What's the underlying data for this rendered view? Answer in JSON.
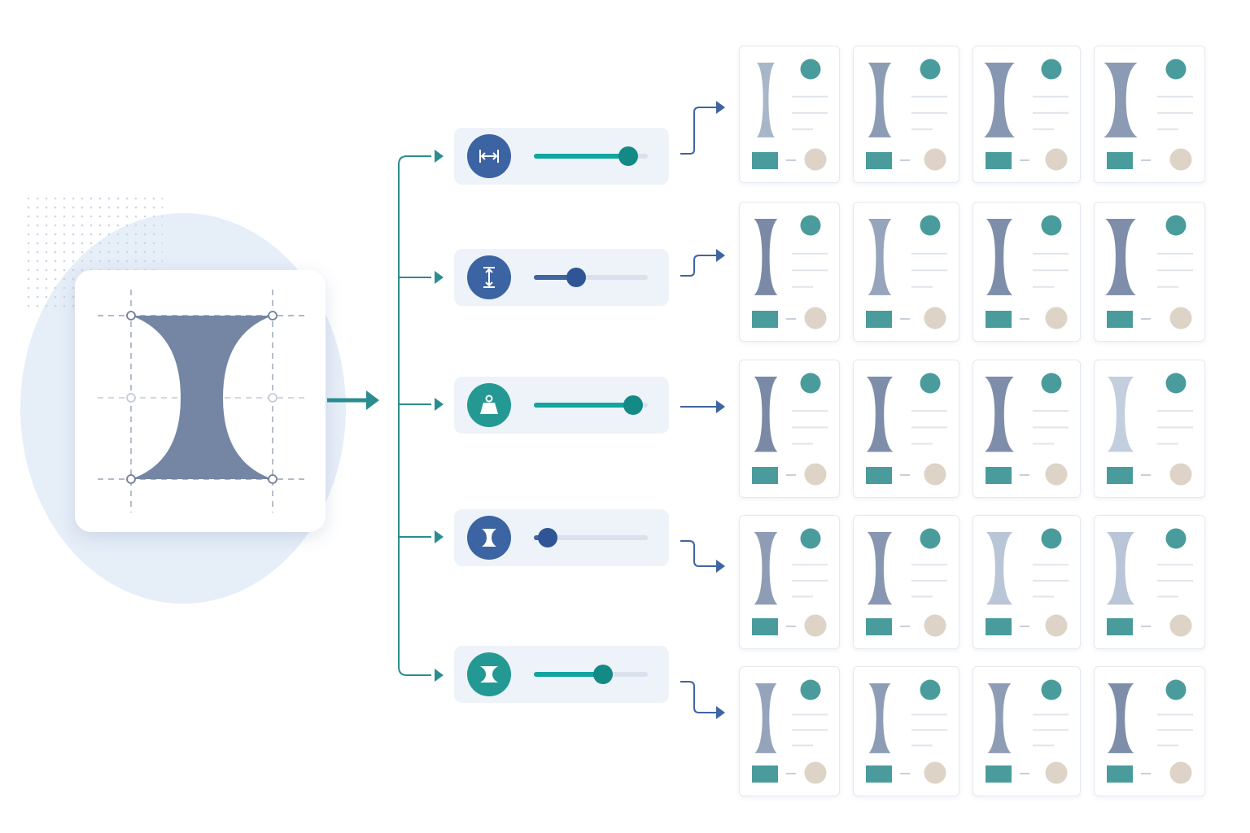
{
  "colors": {
    "glyph": "#7486a3",
    "teal": "#11a5a0",
    "teal_thumb": "#138a85",
    "blue": "#3e64a3",
    "blue_icon": "#3c64a2",
    "teal_icon": "#249994",
    "arrow": "#2b8d8f",
    "swatch": "#4a9c9c",
    "beige": "#ddd3c6",
    "line": "#e0e5ec",
    "blob": "#e6eef8"
  },
  "sliders": [
    {
      "icon": "width-arrows-icon",
      "level": 0.83,
      "accent": "teal",
      "icon_color": "blue"
    },
    {
      "icon": "height-arrows-icon",
      "level": 0.37,
      "accent": "blue",
      "icon_color": "blue"
    },
    {
      "icon": "weight-icon",
      "level": 0.87,
      "accent": "teal",
      "icon_color": "teal"
    },
    {
      "icon": "narrow-glyph-icon",
      "level": 0.12,
      "accent": "blue",
      "icon_color": "blue"
    },
    {
      "icon": "wide-glyph-icon",
      "level": 0.61,
      "accent": "teal",
      "icon_color": "teal"
    }
  ],
  "variants": [
    [
      {
        "width": 0.15,
        "shade": "#a8b6c9"
      },
      {
        "width": 0.35,
        "shade": "#8c9cb4"
      },
      {
        "width": 0.6,
        "shade": "#8797b1"
      },
      {
        "width": 0.7,
        "shade": "#8b9bb4"
      }
    ],
    [
      {
        "width": 0.35,
        "shade": "#7a8aa6"
      },
      {
        "width": 0.35,
        "shade": "#96a5bc"
      },
      {
        "width": 0.45,
        "shade": "#7e8eaa"
      },
      {
        "width": 0.6,
        "shade": "#7e8eaa"
      }
    ],
    [
      {
        "width": 0.35,
        "shade": "#7a8aa6"
      },
      {
        "width": 0.45,
        "shade": "#7e8eaa"
      },
      {
        "width": 0.55,
        "shade": "#7e8eaa"
      },
      {
        "width": 0.45,
        "shade": "#c3cfde"
      }
    ],
    [
      {
        "width": 0.35,
        "shade": "#8e9db5"
      },
      {
        "width": 0.4,
        "shade": "#8797b1"
      },
      {
        "width": 0.45,
        "shade": "#b9c6d8"
      },
      {
        "width": 0.5,
        "shade": "#b9c6d8"
      }
    ],
    [
      {
        "width": 0.3,
        "shade": "#95a4bb"
      },
      {
        "width": 0.3,
        "shade": "#8e9db5"
      },
      {
        "width": 0.35,
        "shade": "#8e9db5"
      },
      {
        "width": 0.45,
        "shade": "#7e8eaa"
      }
    ]
  ]
}
